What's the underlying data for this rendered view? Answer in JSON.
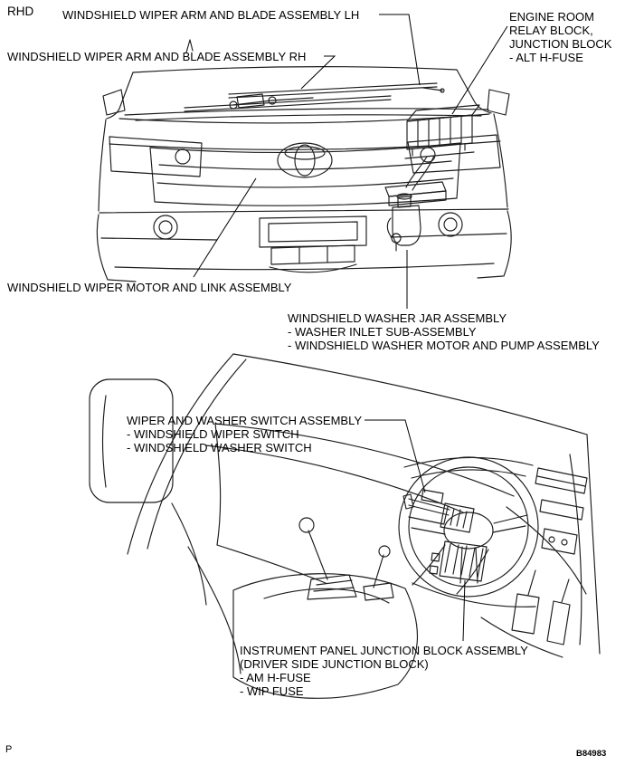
{
  "meta": {
    "drive_label": "RHD",
    "page_marker": "P",
    "figure_code": "B84983"
  },
  "callouts": {
    "wiper_arm_lh": {
      "lines": [
        "WINDSHIELD WIPER ARM AND BLADE ASSEMBLY LH"
      ]
    },
    "engine_room_relay_block": {
      "lines": [
        "ENGINE ROOM",
        "RELAY BLOCK,",
        "JUNCTION BLOCK",
        "- ALT H-FUSE"
      ]
    },
    "wiper_arm_rh": {
      "lines": [
        "WINDSHIELD WIPER ARM AND BLADE ASSEMBLY RH"
      ]
    },
    "wiper_motor_link": {
      "lines": [
        "WINDSHIELD WIPER MOTOR AND LINK ASSEMBLY"
      ]
    },
    "washer_jar": {
      "lines": [
        "WINDSHIELD WASHER JAR ASSEMBLY",
        "- WASHER INLET SUB-ASSEMBLY",
        "- WINDSHIELD WASHER MOTOR AND PUMP ASSEMBLY"
      ]
    },
    "wiper_washer_switch": {
      "lines": [
        "WIPER AND WASHER SWITCH ASSEMBLY",
        "- WINDSHIELD WIPER SWITCH",
        "- WINDSHIELD WASHER SWITCH"
      ]
    },
    "instrument_panel_junction_block": {
      "lines": [
        "INSTRUMENT PANEL JUNCTION BLOCK ASSEMBLY",
        "(DRIVER SIDE JUNCTION BLOCK)",
        "- AM H-FUSE",
        "- WIP FUSE"
      ]
    }
  },
  "illustrations": {
    "front_view": "vehicle front exterior line drawing",
    "interior_view": "right-hand-drive instrument panel line drawing"
  },
  "colors": {
    "background": "#ffffff",
    "line": "#1c1c1c",
    "text": "#000000"
  }
}
